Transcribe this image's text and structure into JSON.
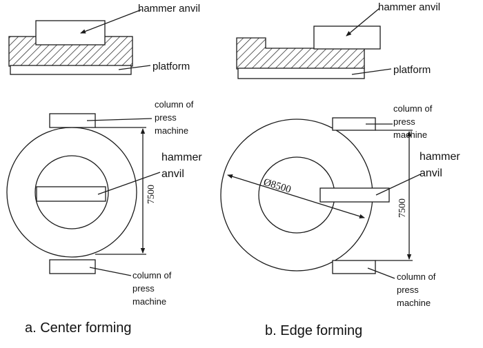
{
  "panel_a": {
    "caption": "a. Center forming",
    "side_view": {
      "anvil_label": "hammer anvil",
      "platform_label": "platform"
    },
    "top_view": {
      "column_top_label": [
        "column of",
        "press",
        "machine"
      ],
      "column_bottom_label": [
        "column of",
        "press",
        "machine"
      ],
      "anvil_label": [
        "hammer",
        "anvil"
      ],
      "dimension_label": "7500"
    }
  },
  "panel_b": {
    "caption": "b. Edge forming",
    "side_view": {
      "anvil_label": "hammer anvil",
      "platform_label": "platform"
    },
    "top_view": {
      "column_top_label": [
        "column of",
        "press",
        "machine"
      ],
      "column_bottom_label": [
        "column of",
        "press",
        "machine"
      ],
      "anvil_label": [
        "hammer",
        "anvil"
      ],
      "dimension_label": "7500",
      "diameter_label": "Ø8500"
    }
  },
  "colors": {
    "stroke": "#1a1a1a",
    "text": "#111111",
    "background": "#ffffff"
  }
}
